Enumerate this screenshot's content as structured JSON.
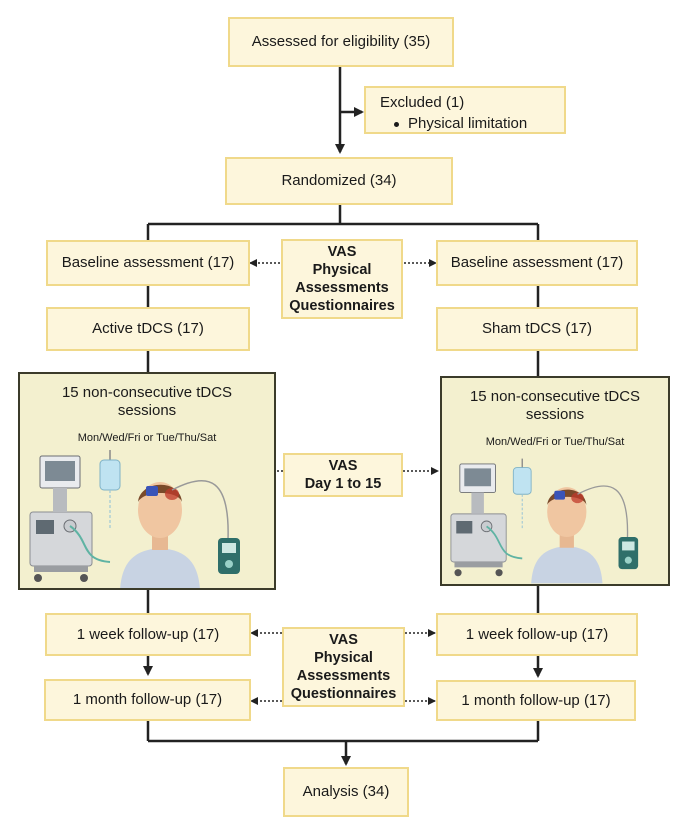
{
  "assessed": "Assessed for eligibility (35)",
  "excluded": {
    "title": "Excluded (1)",
    "reason": "Physical limitation"
  },
  "randomized": "Randomized (34)",
  "measure_top": [
    "VAS",
    "Physical",
    "Assessments",
    "Questionnaires"
  ],
  "measure_mid": [
    "VAS",
    "Day 1 to 15"
  ],
  "measure_bottom": [
    "VAS",
    "Physical",
    "Assessments",
    "Questionnaires"
  ],
  "left": {
    "baseline": "Baseline assessment  (17)",
    "treatment": "Active tDCS (17)",
    "sessions_title_line1": "15 non-consecutive tDCS",
    "sessions_title_line2": "sessions",
    "sessions_schedule": "Mon/Wed/Fri or Tue/Thu/Sat",
    "week_followup": "1 week follow-up (17)",
    "month_followup": "1 month follow-up (17)"
  },
  "right": {
    "baseline": "Baseline assessment  (17)",
    "treatment": "Sham tDCS (17)",
    "sessions_title_line1": "15 non-consecutive tDCS",
    "sessions_title_line2": "sessions",
    "sessions_schedule": "Mon/Wed/Fri or Tue/Thu/Sat",
    "week_followup": "1 week follow-up (17)",
    "month_followup": "1 month follow-up (17)"
  },
  "analysis": "Analysis (34)"
}
